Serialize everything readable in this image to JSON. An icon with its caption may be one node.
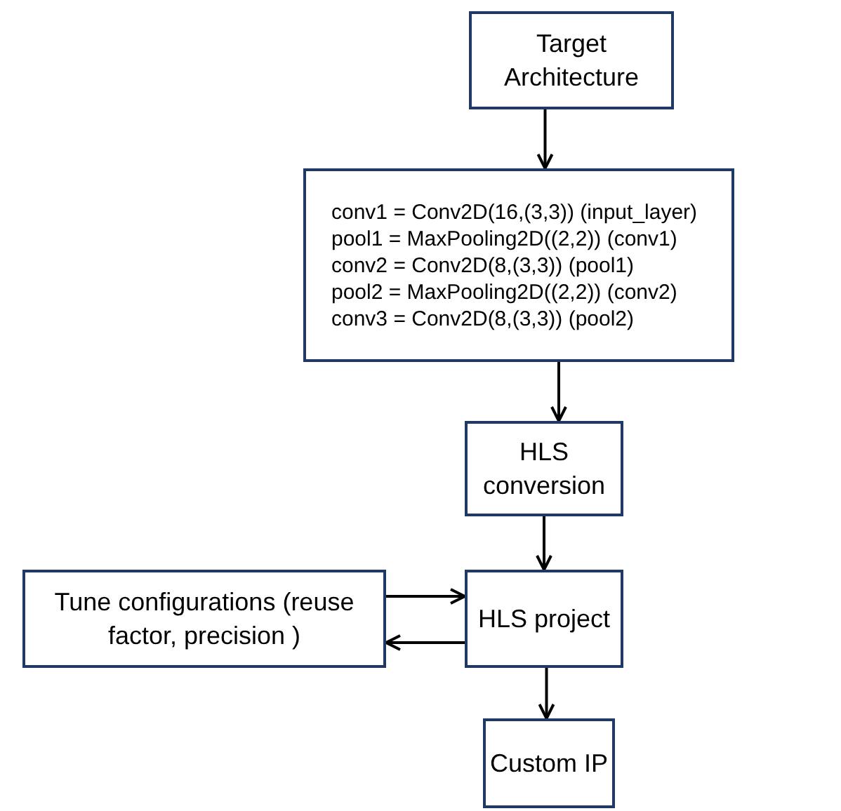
{
  "diagram": {
    "nodes": [
      {
        "text": [
          "Target Architecture"
        ]
      },
      {
        "text": [
          "conv1 = Conv2D(16,(3,3)) (input_layer)",
          "pool1 = MaxPooling2D((2,2)) (conv1)",
          "conv2 = Conv2D(8,(3,3)) (pool1)",
          "pool2 = MaxPooling2D((2,2)) (conv2)",
          "conv3 = Conv2D(8,(3,3)) (pool2)"
        ]
      },
      {
        "text": [
          "HLS conversion"
        ]
      },
      {
        "text": [
          "HLS project"
        ]
      },
      {
        "text": [
          "Tune configurations (reuse factor, precision )"
        ]
      },
      {
        "text": [
          "Custom IP"
        ]
      }
    ],
    "edges": [
      {
        "from": 0,
        "to": 1,
        "arrow": "to"
      },
      {
        "from": 1,
        "to": 2,
        "arrow": "to"
      },
      {
        "from": 2,
        "to": 3,
        "arrow": "to"
      },
      {
        "from": 4,
        "to": 3,
        "arrow": "to"
      },
      {
        "from": 3,
        "to": 4,
        "arrow": "to"
      },
      {
        "from": 3,
        "to": 5,
        "arrow": "to"
      }
    ]
  }
}
